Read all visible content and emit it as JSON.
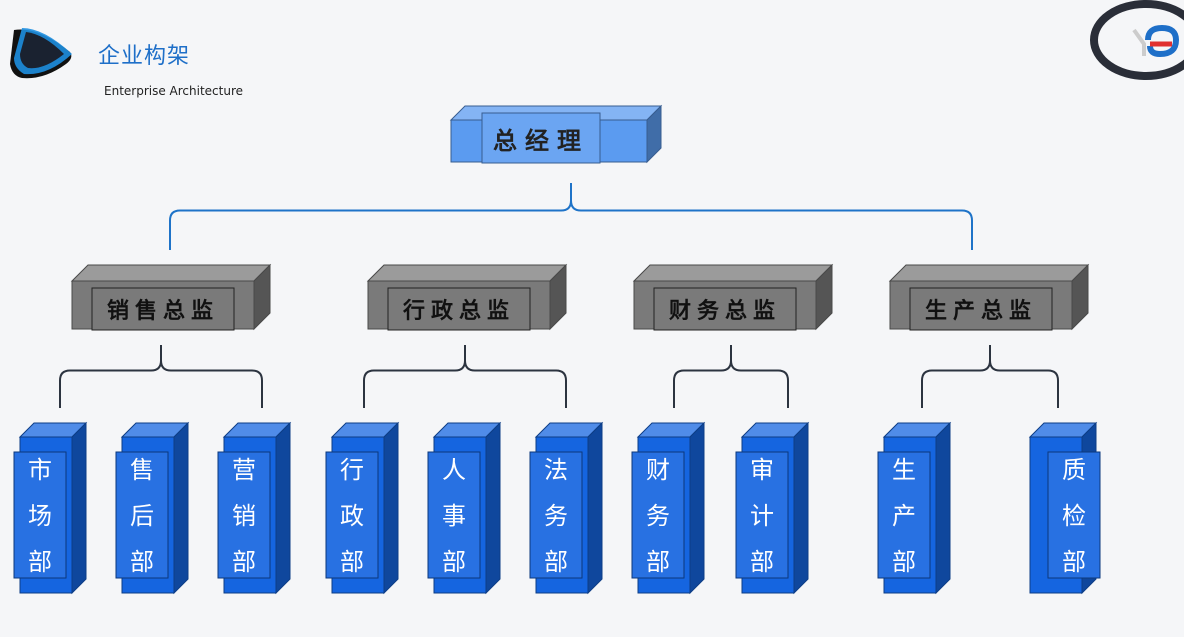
{
  "header": {
    "title": "企业构架",
    "subtitle": "Enterprise Architecture"
  },
  "org": {
    "root": "总经理",
    "directors": [
      {
        "name": "销售总监",
        "departments": [
          "市场部",
          "售后部",
          "营销部"
        ]
      },
      {
        "name": "行政总监",
        "departments": [
          "行政部",
          "人事部",
          "法务部"
        ]
      },
      {
        "name": "财务总监",
        "departments": [
          "财务部",
          "审计部"
        ]
      },
      {
        "name": "生产总监",
        "departments": [
          "生产部",
          "质检部"
        ]
      }
    ]
  },
  "colors": {
    "root_fill": "#5b9bf0",
    "director_fill": "#7a7a7a",
    "department_fill": "#1565e0",
    "connector_root": "#1e73c8",
    "connector_group": "#2c3440"
  }
}
